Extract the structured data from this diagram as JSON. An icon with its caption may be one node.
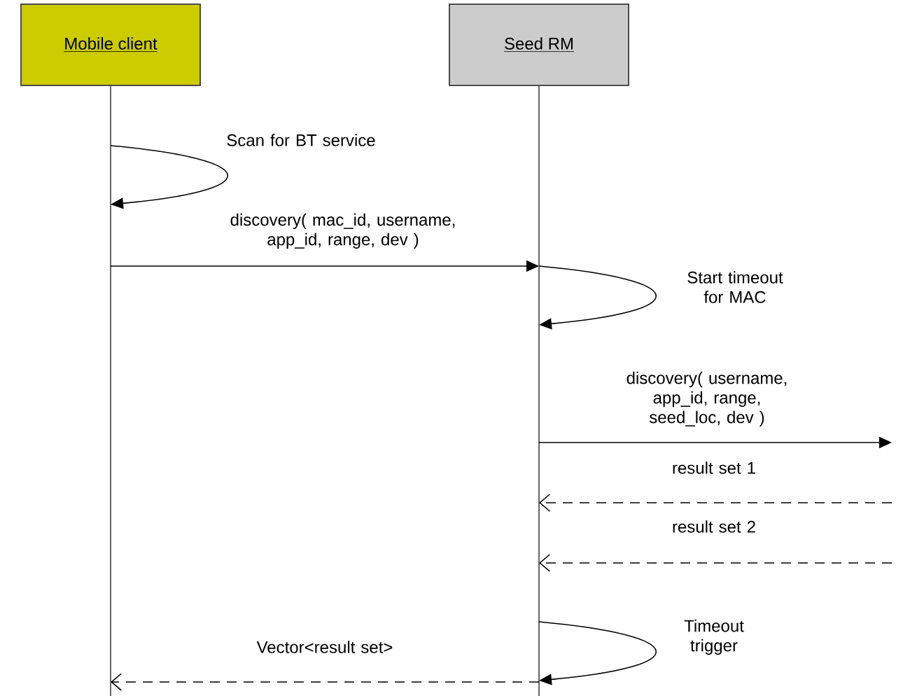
{
  "diagram": {
    "nodes": [
      {
        "text": [
          "Mobile client"
        ]
      },
      {
        "text": [
          "Seed RM"
        ]
      }
    ],
    "edges": [
      {
        "from": 0,
        "to": 0,
        "arrow": "to",
        "label": "Scan for BT service"
      },
      {
        "from": 0,
        "to": 1,
        "arrow": "to",
        "label": "discovery( mac_id, username, app_id, range, dev )"
      },
      {
        "from": 1,
        "to": 1,
        "arrow": "to",
        "label": "Start timeout for MAC"
      },
      {
        "from": 1,
        "to": null,
        "arrow": "to",
        "label": "discovery( username, app_id, range, seed_loc, dev )"
      },
      {
        "from": null,
        "to": 1,
        "arrow": "to",
        "label": "result set 1",
        "style": "dashed"
      },
      {
        "from": null,
        "to": 1,
        "arrow": "to",
        "label": "result set 2",
        "style": "dashed"
      },
      {
        "from": 1,
        "to": 1,
        "arrow": "to",
        "label": "Timeout trigger"
      },
      {
        "from": 1,
        "to": 0,
        "arrow": "to",
        "label": "Vector<result set>",
        "style": "dashed"
      }
    ]
  }
}
